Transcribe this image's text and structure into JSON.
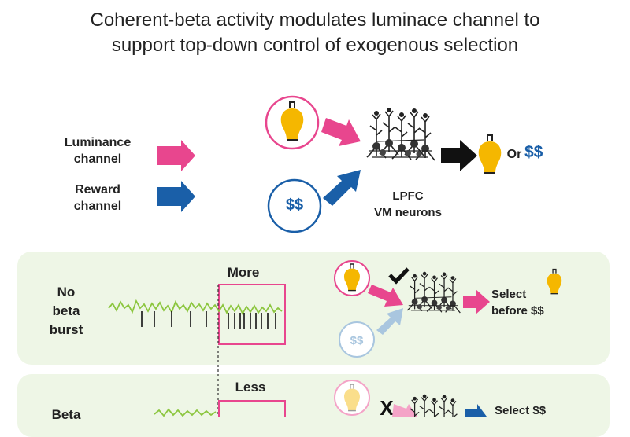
{
  "title": {
    "line1": "Coherent-beta activity modulates luminace channel to",
    "line2": "support top-down control of exogenous selection"
  },
  "legend": {
    "luminance": [
      "Luminance",
      "channel"
    ],
    "reward": [
      "Reward",
      "channel"
    ]
  },
  "top_diagram": {
    "reward_symbol": "$$",
    "or_label": "Or",
    "neurons_label": [
      "LPFC",
      "VM neurons"
    ]
  },
  "panel_no_burst": {
    "condition": [
      "No",
      "beta",
      "burst"
    ],
    "window_label": "More",
    "reward_symbol": "$$",
    "mark": "check",
    "outcome": [
      "Select",
      "before $$"
    ]
  },
  "panel_burst": {
    "condition": [
      "Beta"
    ],
    "window_label": "Less",
    "mark": "X",
    "outcome": [
      "Select $$"
    ]
  },
  "colors": {
    "luminance_pink": "#e8468e",
    "reward_blue": "#1a5fa8",
    "bulb_yellow": "#f5b700",
    "lfp_green": "#8cc63f",
    "panel_bg": "#eef6e6"
  }
}
